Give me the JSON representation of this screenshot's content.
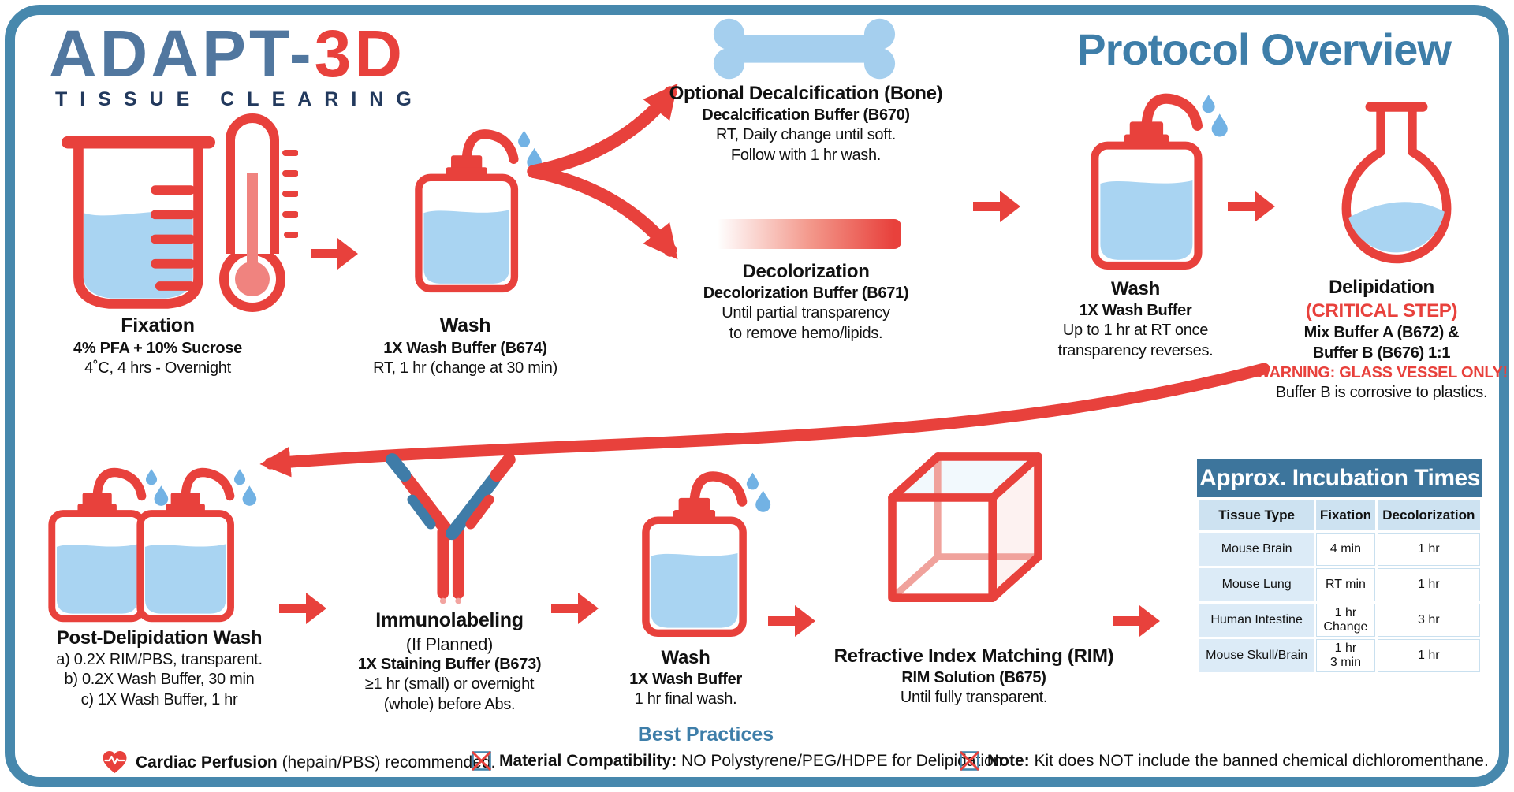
{
  "palette": {
    "red": "#e8413c",
    "steel_blue_border": "#4788ad",
    "heading_blue": "#3e7ea9",
    "logo_blue": "#51779f",
    "logo_navy": "#22395d",
    "liquid_blue": "#a9d4f2",
    "droplet_blue": "#72b2e4",
    "bone_blue": "#a5cfee",
    "table_header_bg": "#3d759c",
    "table_header_row_bg": "#cde2f1",
    "table_first_col_bg": "#dcebf7"
  },
  "header": {
    "logo_part1": "ADAPT-",
    "logo_part2": "3D",
    "logo_subtitle": "TISSUE CLEARING",
    "title": "Protocol Overview"
  },
  "icons": [
    "beaker-icon",
    "thermometer-icon",
    "wash-bottle-icon",
    "droplets-icon",
    "bone-icon",
    "gradient-bar",
    "flask-icon",
    "antibody-icon",
    "cube-icon",
    "arrow-right-icon",
    "fork-arrows-icon",
    "sweep-arrow-icon",
    "heart-ecg-icon",
    "crossed-box-icon"
  ],
  "steps": {
    "fixation": {
      "title": "Fixation",
      "bold_line": "4% PFA + 10% Sucrose",
      "detail": "4˚C, 4 hrs - Overnight"
    },
    "wash1": {
      "title": "Wash",
      "bold_line": "1X Wash Buffer (B674)",
      "detail": "RT, 1 hr (change at 30 min)"
    },
    "decalcification": {
      "title": "Optional Decalcification (Bone)",
      "bold_line": "Decalcification Buffer (B670)",
      "detail1": "RT, Daily change until soft.",
      "detail2": "Follow with 1 hr wash."
    },
    "decolorization": {
      "title": "Decolorization",
      "bold_line": "Decolorization Buffer (B671)",
      "detail1": "Until partial transparency",
      "detail2": "to remove hemo/lipids."
    },
    "wash2": {
      "title": "Wash",
      "bold_line": "1X Wash Buffer",
      "detail1": "Up to 1 hr at RT once",
      "detail2": "transparency reverses."
    },
    "delipidation": {
      "title": "Delipidation",
      "critical": "(CRITICAL STEP)",
      "bold_line1": "Mix Buffer A (B672) &",
      "bold_line2": "Buffer B (B676) 1:1",
      "warning": "WARNING: GLASS VESSEL ONLY!",
      "detail": "Buffer B is corrosive to plastics."
    },
    "post_delipidation_wash": {
      "title": "Post-Delipidation Wash",
      "detail1": "a)  0.2X RIM/PBS, transparent.",
      "detail2": "b)  0.2X Wash Buffer, 30 min",
      "detail3": "c)  1X Wash Buffer, 1 hr"
    },
    "immunolabeling": {
      "title": "Immunolabeling",
      "subtitle": "(If Planned)",
      "bold_line": "1X Staining Buffer (B673)",
      "detail1": "≥1 hr (small) or overnight",
      "detail2": "(whole) before Abs."
    },
    "wash3": {
      "title": "Wash",
      "bold_line": "1X Wash Buffer",
      "detail": "1 hr final wash."
    },
    "rim": {
      "title": "Refractive Index Matching (RIM)",
      "bold_line": "RIM Solution (B675)",
      "detail": "Until fully transparent."
    }
  },
  "incubation_table": {
    "title": "Approx. Incubation Times",
    "columns": [
      "Tissue Type",
      "Fixation",
      "Decolorization"
    ],
    "rows": [
      [
        "Mouse Brain",
        "4 min",
        "1 hr"
      ],
      [
        "Mouse Lung",
        "RT min",
        "1 hr"
      ],
      [
        "Human Intestine",
        "1 hr\nChange",
        "3 hr"
      ],
      [
        "Mouse Skull/Brain",
        "1 hr\n3 min",
        "1 hr"
      ]
    ]
  },
  "best_practices": {
    "title": "Best Practices",
    "items": [
      {
        "icon": "heart-ecg-icon",
        "bold": "Cardiac Perfusion",
        "text": " (hepain/PBS) recommended."
      },
      {
        "icon": "crossed-box-icon",
        "bold": "Material Compatibility:",
        "text": " NO Polystyrene/PEG/HDPE for Delipidation."
      },
      {
        "icon": "crossed-box-icon",
        "bold": "Note:",
        "text": " Kit does NOT include the banned chemical dichloromenthane."
      }
    ]
  }
}
